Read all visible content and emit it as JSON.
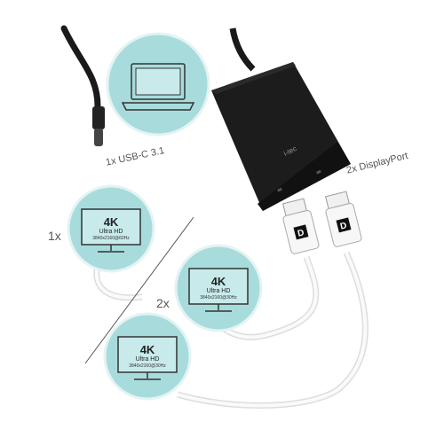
{
  "labels": {
    "usbc": "1x USB-C 3.1",
    "displayport": "2x DisplayPort",
    "single": "1x",
    "dual": "2x"
  },
  "adapter_brand": "i-tec",
  "monitors": [
    {
      "res": "4K",
      "name": "Ultra HD",
      "spec": "3840x2160@60Hz"
    },
    {
      "res": "4K",
      "name": "Ultra HD",
      "spec": "3840x2160@30Hz"
    },
    {
      "res": "4K",
      "name": "Ultra HD",
      "spec": "3840x2160@30Hz"
    }
  ],
  "colors": {
    "circle": "#a8dcdc",
    "circle_stroke": "#d9eeee",
    "device": "#1c1c1c",
    "cable": "#1a1a1a",
    "dp_cable": "#f2f2f2"
  }
}
